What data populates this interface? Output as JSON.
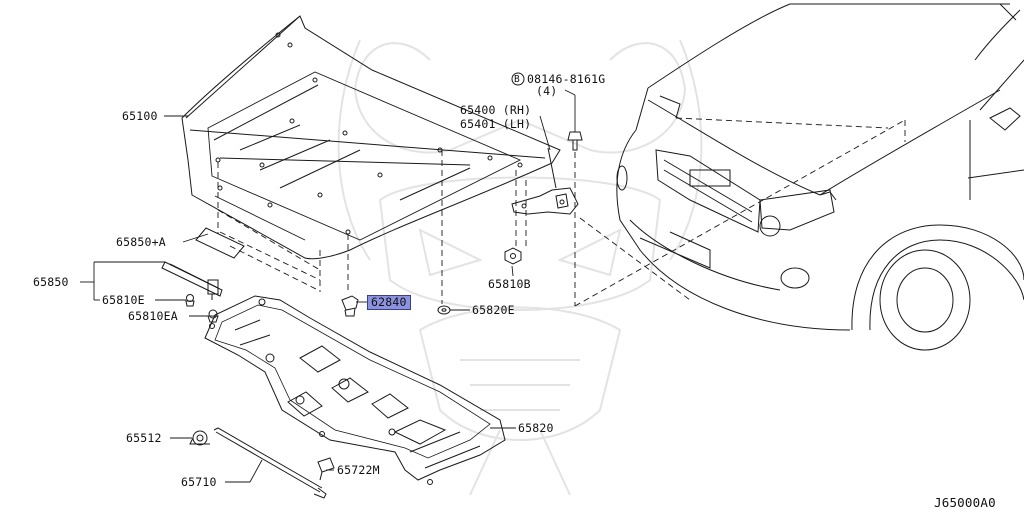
{
  "diagram": {
    "part_labels": {
      "hood": "65100",
      "hinge_bolt": "08146-8161G",
      "hinge_bolt_qty": "(4)",
      "hinge_bolt_symbol": "B",
      "hinge_rh": "65400 (RH)",
      "hinge_lh": "65401 (LH)",
      "seal_a": "65850+A",
      "seal": "65850",
      "clip_e": "65810E",
      "clip_ea": "65810EA",
      "selected_part": "62840",
      "nut_b": "65810B",
      "bumper_e": "65820E",
      "hood_insulator": "65820",
      "rod_clip": "65512",
      "support_rod": "65710",
      "rod_holder": "65722M"
    },
    "diagram_code": "J65000A0"
  },
  "colors": {
    "line": "#1a1a1a",
    "highlight_fill": "#8b93e0",
    "highlight_border": "#3a3f8a",
    "watermark": "#e6e6e6"
  },
  "icons": {
    "watermark": "samurai-mask-watermark",
    "bolt_symbol": "circled-b-icon"
  }
}
